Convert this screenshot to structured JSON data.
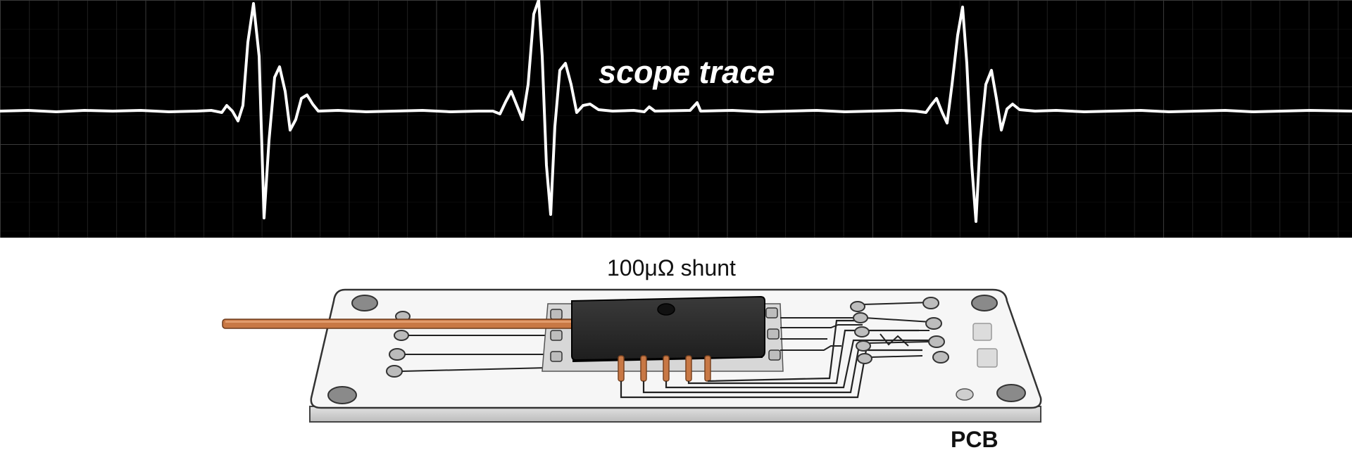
{
  "scope": {
    "label": "scope trace",
    "background_color": "#000000",
    "grid_color": "#2a2a2a",
    "trace_color": "#ffffff"
  },
  "board": {
    "shunt_label": "100μΩ shunt",
    "pcb_label": "PCB",
    "board_color": "#f6f6f6",
    "chip_color": "#2b2b2b",
    "copper_color": "#c87845",
    "trace_color": "#222222"
  }
}
